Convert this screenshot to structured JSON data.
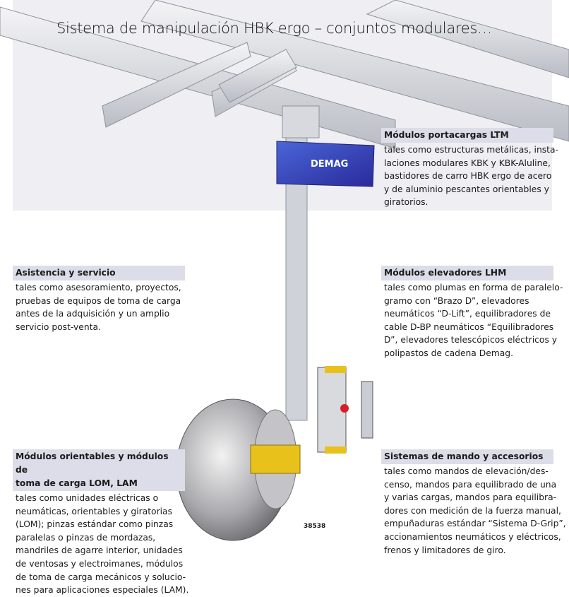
{
  "title": "Sistema de manipulación HBK ergo – conjuntos modulares…",
  "figure_number": "38538",
  "logo_text": "DEMAG",
  "sections": {
    "ltm": {
      "heading": [
        "Módulos portacargas LTM"
      ],
      "lines": [
        "tales como estructuras metálicas, insta-",
        "laciones modulares KBK y KBK-Aluline,",
        "bastidores de carro HBK ergo de acero",
        "y de aluminio pescantes orientables y",
        "giratorios."
      ]
    },
    "asistencia": {
      "heading": [
        "Asistencia y servicio"
      ],
      "lines": [
        "tales como asesoramiento, proyectos,",
        "pruebas de equipos de toma de carga",
        "antes de la adquisición y un amplio",
        "servicio post-venta."
      ]
    },
    "lhm": {
      "heading": [
        "Módulos elevadores LHM"
      ],
      "lines": [
        "tales como plumas en forma de paralelo-",
        "gramo con “Brazo D”, elevadores",
        "neumáticos “D-Lift”, equilibradores de",
        "cable D-BP neumáticos “Equilibradores",
        "D”, elevadores telescópicos eléctricos y",
        "polipastos de cadena Demag."
      ]
    },
    "lom": {
      "heading": [
        "Módulos orientables y módulos de",
        "toma de carga LOM, LAM"
      ],
      "lines": [
        "tales como unidades eléctricas o",
        "neumáticas, orientables y giratorias",
        "(LOM); pinzas estándar como pinzas",
        "paralelas o pinzas de mordazas,",
        "mandriles de agarre interior, unidades",
        "de ventosas y electroimanes, módulos",
        "de toma de carga mecánicos y solucio-",
        "nes para aplicaciones especiales (LAM)."
      ]
    },
    "mando": {
      "heading": [
        "Sistemas de mando y accesorios"
      ],
      "lines": [
        "tales como mandos de elevación/des-",
        "censo, mandos para equilibrado de una",
        "y varias cargas, mandos para equilibra-",
        "dores con medición de la fuerza manual,",
        "empuñaduras estándar “Sistema D-Grip”,",
        "accionamientos neumáticos y eléctricos,",
        "frenos y limitadores de giro."
      ]
    }
  }
}
